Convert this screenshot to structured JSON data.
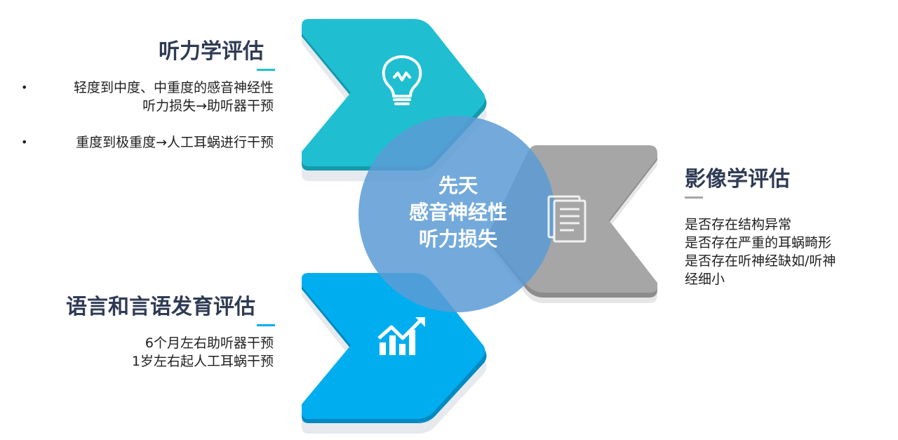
{
  "center": {
    "lines": [
      "先天",
      "感音神经性",
      "听力损失"
    ],
    "color": "#5b9bd5"
  },
  "audiology": {
    "title": "听力学评估",
    "items": [
      {
        "line1": "轻度到中度、中重度的感音神经性",
        "line2": "听力损失→助听器干预"
      },
      {
        "line1": "重度到极重度→人工耳蜗进行干预"
      }
    ],
    "color": "#1fbfd1",
    "icon": "lightbulb-icon"
  },
  "imaging": {
    "title": "影像学评估",
    "lines": [
      "是否存在结构异常",
      "是否存在严重的耳蜗畸形",
      "是否存在听神经缺如/听神",
      "经细小"
    ],
    "color": "#a6a6a6",
    "icon": "document-icon"
  },
  "speech": {
    "title": "语言和言语发育评估",
    "lines": [
      "6个月左右助听器干预",
      "1岁左右起人工耳蜗干预"
    ],
    "color": "#00aeef",
    "icon": "growth-chart-icon"
  }
}
